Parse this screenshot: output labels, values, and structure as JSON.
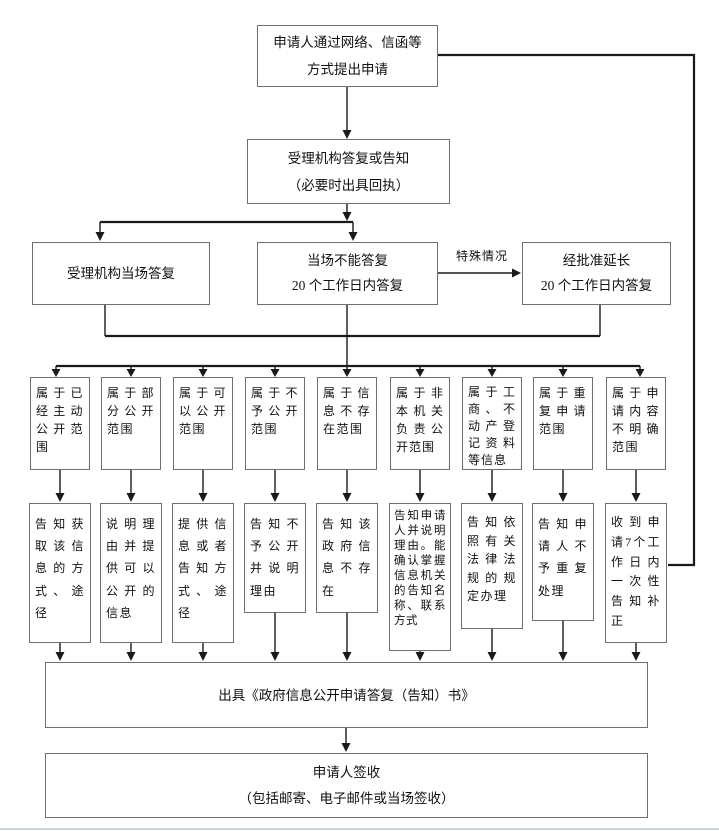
{
  "nodes": {
    "apply": "申请人通过网络、信函等\n方式提出申请",
    "reply": "受理机构答复或告知\n（必要时出具回执）",
    "onsite": "受理机构当场答复",
    "delayed": "当场不能答复\n20 个工作日内答复",
    "special_case_label": "特殊情况",
    "extended": "经批准延长\n20 个工作日内答复",
    "issue_document": "出具《政府信息公开申请答复（告知）书》",
    "applicant_sign": "申请人签收\n（包括邮寄、电子邮件或当场签收）"
  },
  "branches": [
    {
      "category": "属于已经主动公开范围",
      "action": "告知获取该信息的方式、途径"
    },
    {
      "category": "属于部分公开范围",
      "action": "说明理由并提供可以公开的信息"
    },
    {
      "category": "属于可以公开范围",
      "action": "提供信息或者告知方式、途径"
    },
    {
      "category": "属于不予公开范围",
      "action": "告知不予公开并说明理由"
    },
    {
      "category": "属于信息不存在范围",
      "action": "告知该政府信息不存在"
    },
    {
      "category": "属于非本机关负责公开范围",
      "action": "告知申请人并说明理由。能确认掌握信息机关的告知名称、联系方式"
    },
    {
      "category": "属于工商、不动产登记资料等信息",
      "action": "告知依照有关法律法规的规定办理"
    },
    {
      "category": "属于重复申请范围",
      "action": "告知申请人不予重复处理"
    },
    {
      "category": "属于申请内容不明确范围",
      "action": "收到申请7个工作日内一次性告知补正"
    }
  ],
  "colors": {
    "line": "#1a1a1a",
    "box_border": "#6f6f6f",
    "background": "#ffffff"
  }
}
